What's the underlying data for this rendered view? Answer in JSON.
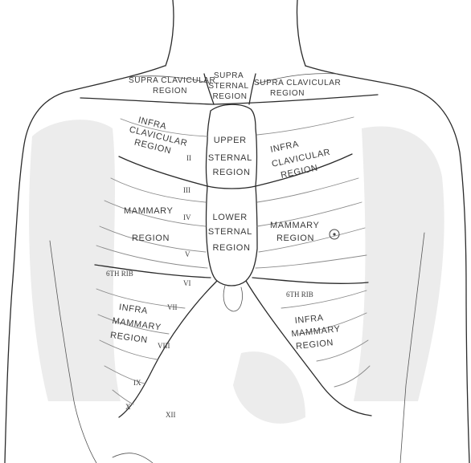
{
  "regions": {
    "supra_clavicular_left": [
      "SUPRA CLAVICULAR",
      "REGION"
    ],
    "supra_sternal": [
      "SUPRA",
      "STERNAL",
      "REGION"
    ],
    "supra_clavicular_right": [
      "SUPRA CLAVICULAR",
      "REGION"
    ],
    "infra_clavicular_left": [
      "INFRA",
      "CLAVICULAR",
      "REGION"
    ],
    "upper_sternal": [
      "UPPER",
      "STERNAL",
      "REGION"
    ],
    "infra_clavicular_right": [
      "INFRA",
      "CLAVICULAR",
      "REGION"
    ],
    "mammary_left": [
      "MAMMARY",
      "REGION"
    ],
    "lower_sternal": [
      "LOWER",
      "STERNAL",
      "REGION"
    ],
    "mammary_right": [
      "MAMMARY",
      "REGION"
    ],
    "infra_mammary_left": [
      "INFRA",
      "MAMMARY",
      "REGION"
    ],
    "infra_mammary_right": [
      "INFRA",
      "MAMMARY",
      "REGION"
    ]
  },
  "ribs": {
    "II": "II",
    "III": "III",
    "IV": "IV",
    "V": "V",
    "VI": "VI",
    "VII": "VII",
    "VIII": "VIII",
    "IX": "IX",
    "X": "X",
    "XII": "XII",
    "sixth_left": "6TH RIB",
    "sixth_right": "6TH RIB"
  },
  "colors": {
    "ink": "#2b2b2b",
    "label": "#3a3a3a",
    "background": "#ffffff"
  }
}
